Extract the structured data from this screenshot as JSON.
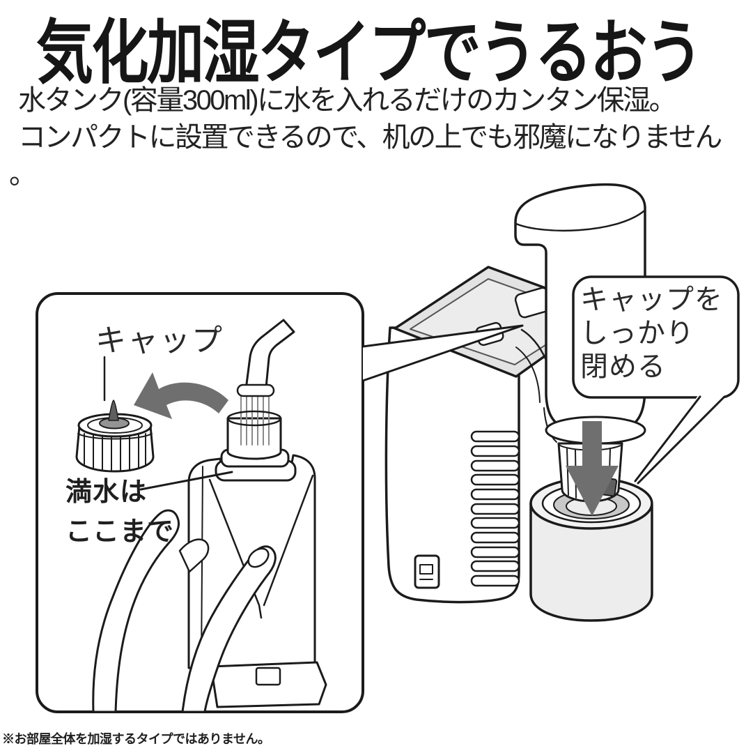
{
  "title": "気化加湿タイプでうるおう",
  "intro": {
    "line1": "水タンク(容量300ml)に水を入れるだけのカンタン保湿。",
    "line2": "コンパクトに設置できるので、机の上でも邪魔になりません",
    "line3": "。"
  },
  "tank_detail": {
    "cap_label": "キャップ",
    "full_water_line1": "満水は",
    "full_water_line2": "ここまで"
  },
  "device": {
    "bubble_line1": "キャップを",
    "bubble_line2": "しっかり",
    "bubble_line3": "閉める"
  },
  "footnote": "※お部屋全体を加湿するタイプではありません。",
  "icons": {
    "rotate_arrow": "curved-left-rotation-arrow",
    "insert_arrow": "down-insert-arrow"
  },
  "colors": {
    "ink": "#1b1b1b",
    "panel_gray": "#e3e3e3",
    "inner_panel_gray": "#ececec",
    "arrow_gray": "#6f6f6f",
    "cup_gray": "#ededed",
    "cup_ring_gray": "#c8c8c8",
    "cap_hub_gray": "#949494"
  }
}
